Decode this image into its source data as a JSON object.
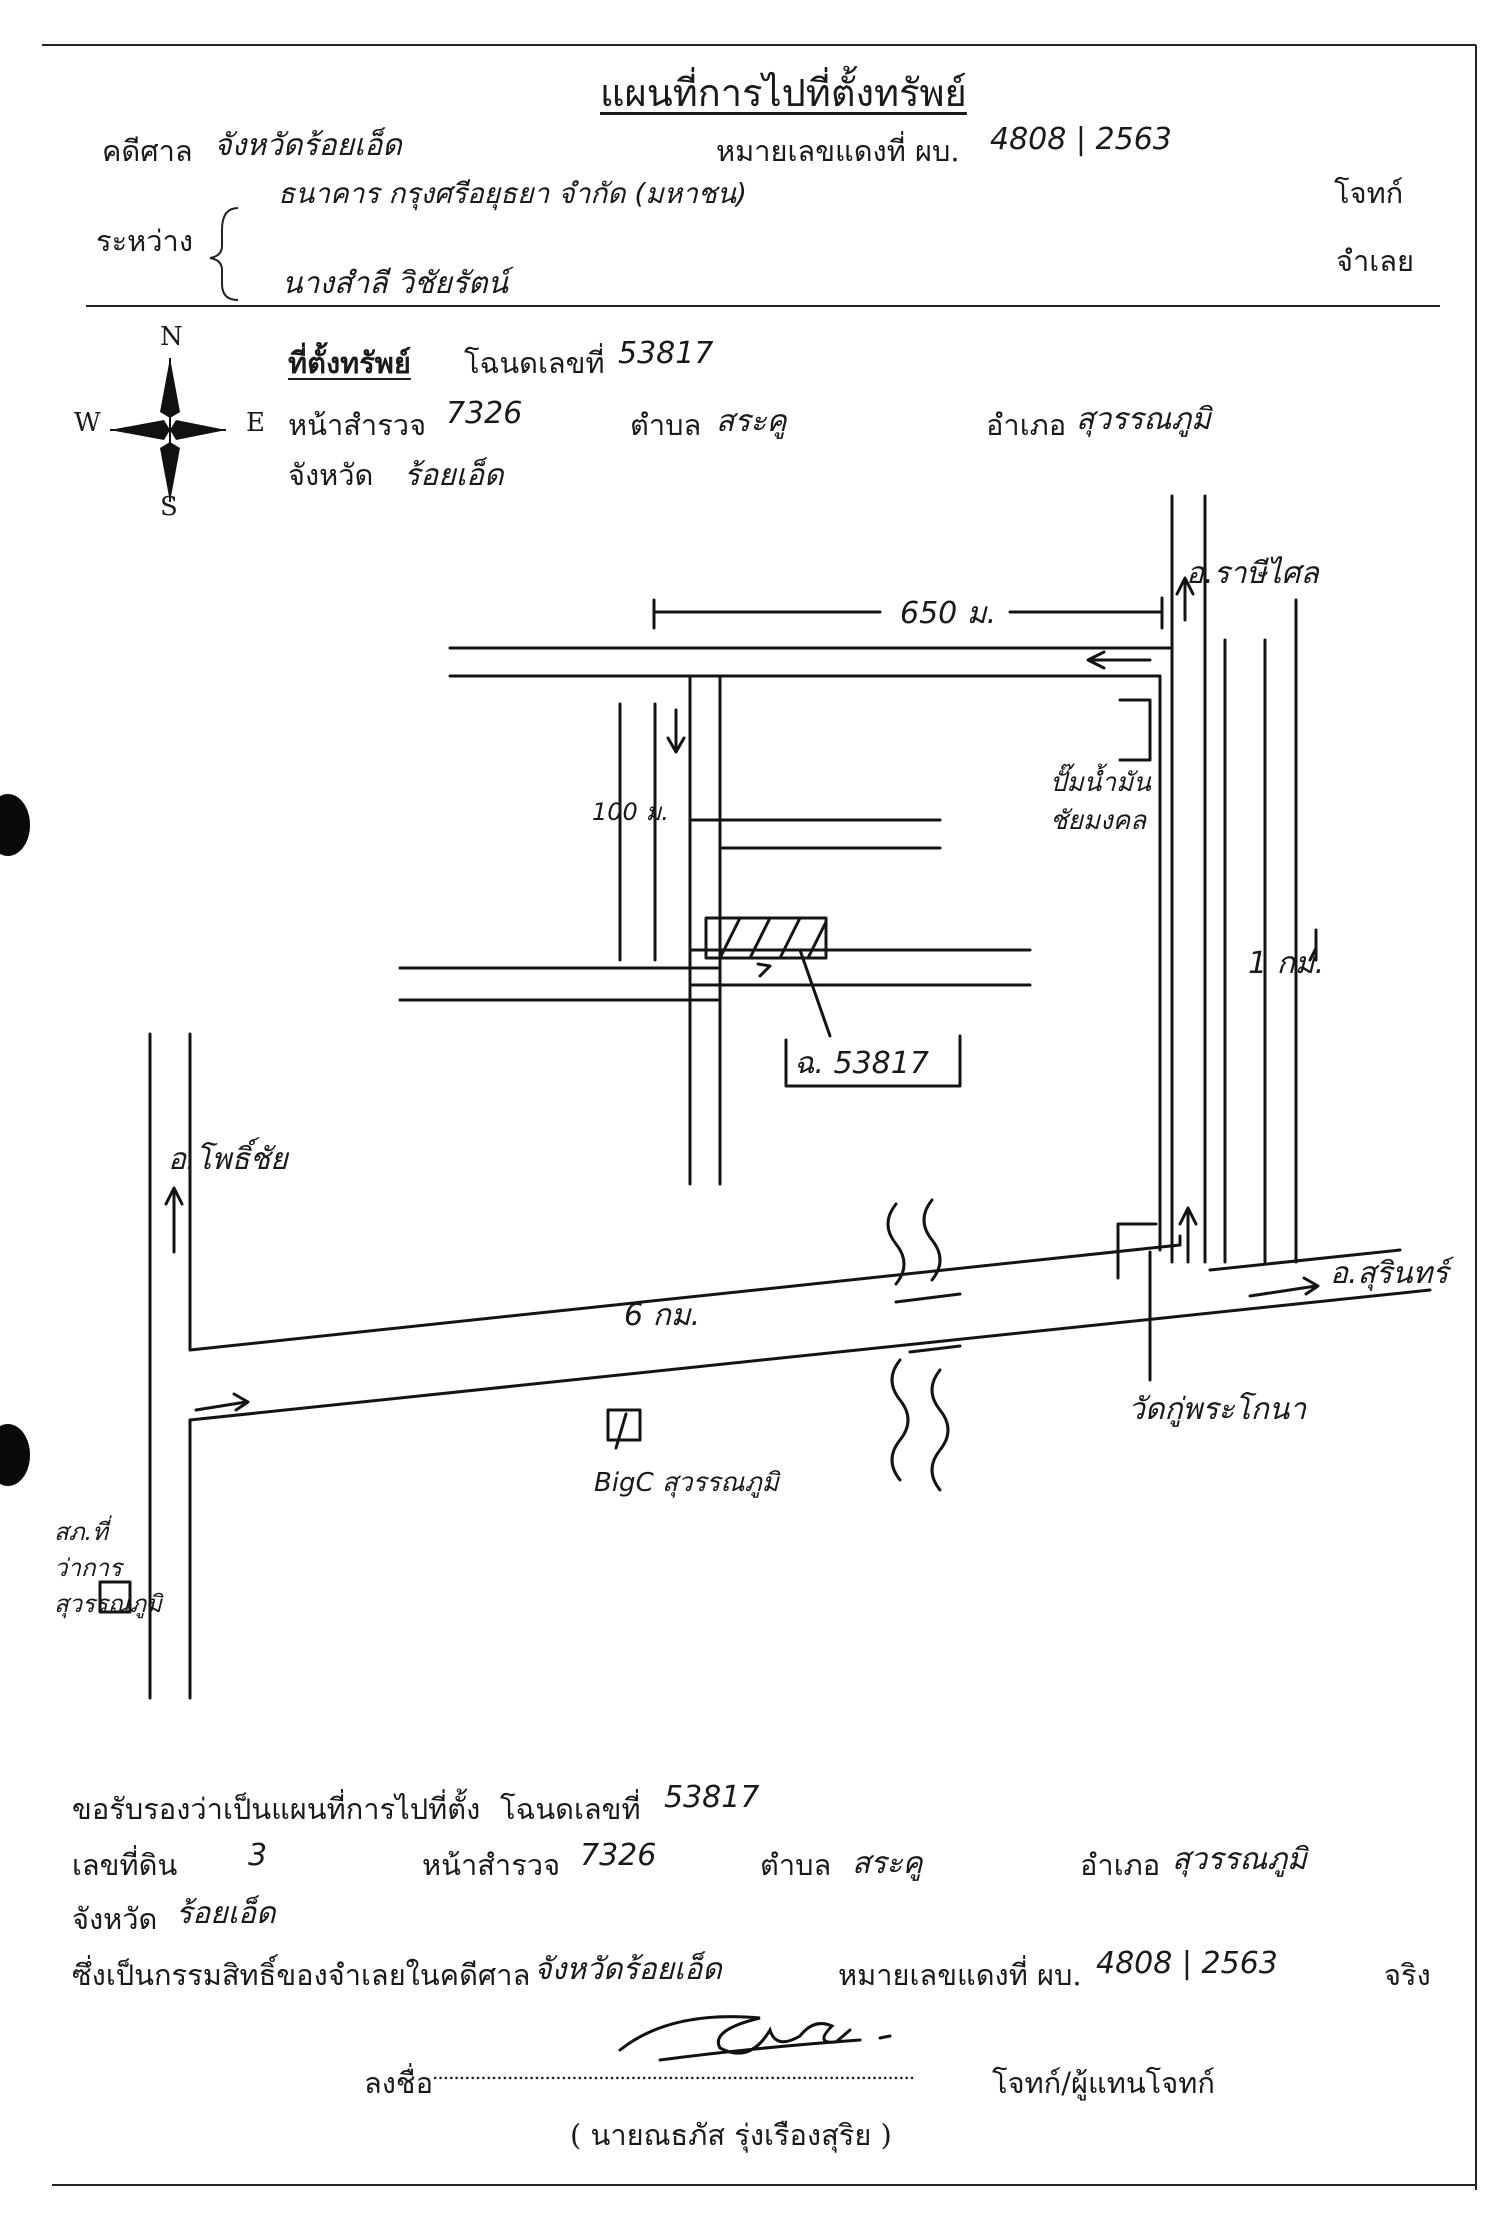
{
  "header": {
    "title": "แผนที่การไปที่ตั้งทรัพย์",
    "court_label": "คดีศาล",
    "court_value": "จังหวัดร้อยเอ็ด",
    "case_label": "หมายเลขแดงที่ ผบ.",
    "case_value": "4808 | 2563",
    "between_label": "ระหว่าง",
    "plaintiff_value": "ธนาคาร กรุงศรีอยุธยา จำกัด (มหาชน)",
    "plaintiff_label": "โจทก์",
    "defendant_value": "นางสำลี วิชัยรัตน์",
    "defendant_label": "จำเลย"
  },
  "compass": {
    "n": "N",
    "s": "S",
    "e": "E",
    "w": "W"
  },
  "location": {
    "heading": "ที่ตั้งทรัพย์",
    "deed_label": "โฉนดเลขที่",
    "deed_value": "53817",
    "survey_label": "หน้าสำรวจ",
    "survey_value": "7326",
    "tambon_label": "ตำบล",
    "tambon_value": "สระคู",
    "amphoe_label": "อำเภอ",
    "amphoe_value": "สุวรรณภูมิ",
    "province_label": "จังหวัด",
    "province_value": "ร้อยเอ็ด"
  },
  "map": {
    "dist_top": "650 ม.",
    "dist_left": "100 ม.",
    "dist_right": "1 กม.",
    "dist_bottom": "6 กม.",
    "to_north": "อ.ราษีไศล",
    "to_east": "อ.สุรินทร์",
    "to_west": "อ.โพธิ์ชัย",
    "gas_station": "ปั๊มน้ำมัน ชัยมงคล",
    "parcel": "ฉ. 53817",
    "temple": "วัดกู่พระโกนา",
    "bigc": "BigC สุวรรณภูมิ",
    "district_office": "สภ.ที่ว่าการ สุวรรณภูมิ"
  },
  "certification": {
    "line1_label": "ขอรับรองว่าเป็นแผนที่การไปที่ตั้ง",
    "deed_label": "โฉนดเลขที่",
    "deed_value": "53817",
    "land_no_label": "เลขที่ดิน",
    "land_no_value": "3",
    "survey_label": "หน้าสำรวจ",
    "survey_value": "7326",
    "tambon_label": "ตำบล",
    "tambon_value": "สระคู",
    "amphoe_label": "อำเภอ",
    "amphoe_value": "สุวรรณภูมิ",
    "province_label": "จังหวัด",
    "province_value": "ร้อยเอ็ด",
    "ownership_label": "ซึ่งเป็นกรรมสิทธิ์ของจำเลยในคดีศาล",
    "court_value": "จังหวัดร้อยเอ็ด",
    "case_label": "หมายเลขแดงที่ ผบ.",
    "case_value": "4808 | 2563",
    "true_label": "จริง",
    "sign_label": "ลงชื่อ",
    "sign_dots": "..........................................................................................",
    "sign_role": "โจทก์/ผู้แทนโจทก์",
    "signer_name": "( นายณธภัส รุ่งเรืองสุริย )"
  }
}
